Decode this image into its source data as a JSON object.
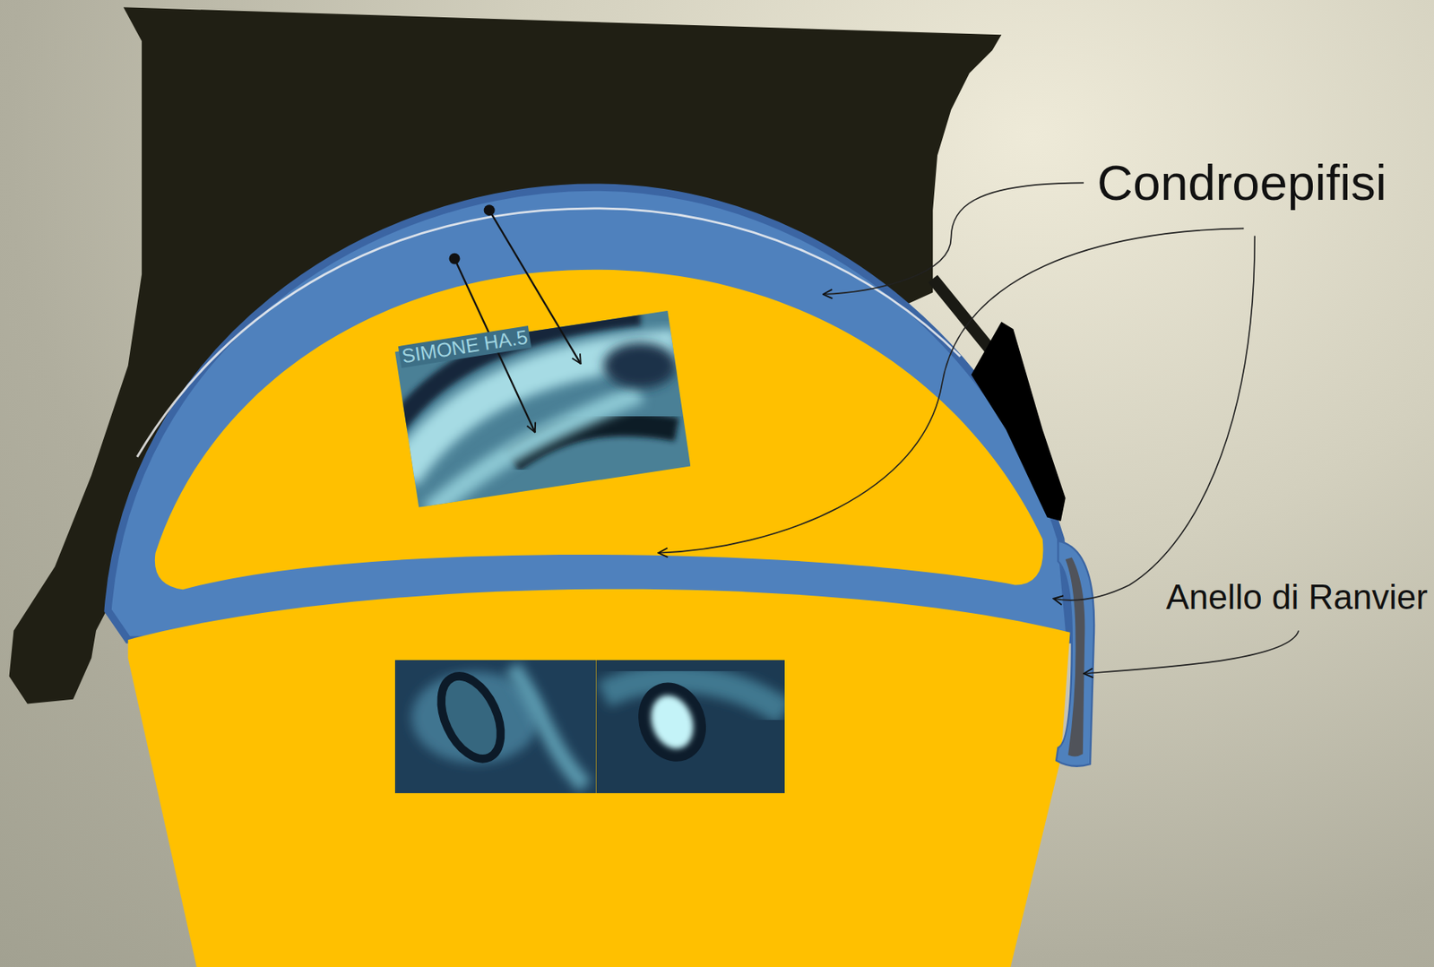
{
  "diagram": {
    "labels": [
      "Condroepifisi",
      "Anello di Ranvier",
      "SIMONE HA.5"
    ]
  }
}
